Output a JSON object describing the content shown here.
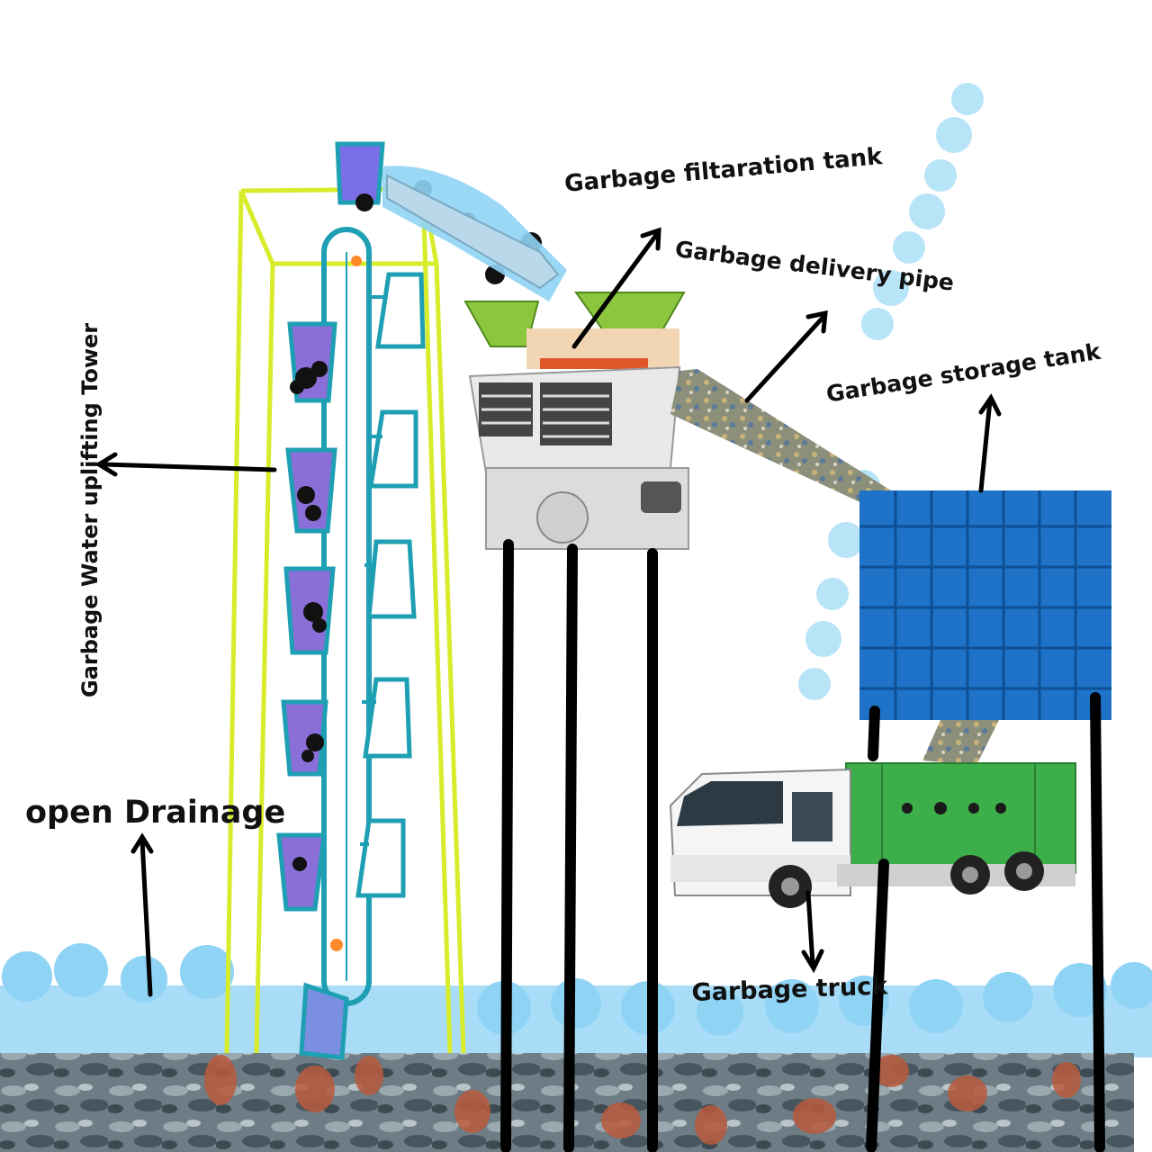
{
  "labels": {
    "tower": "Garbage Water uplifting Tower",
    "drainage": "open Drainage",
    "filtration_tank": "Garbage filtaration tank",
    "delivery_pipe": "Garbage delivery pipe",
    "storage_tank": "Garbage storage tank",
    "truck": "Garbage truck"
  },
  "colors": {
    "tower_frame": "#d7ec2a",
    "bucket": "#1f9fb3",
    "water": "#8fd4f5",
    "hopper": "#8cc63f",
    "tank": "#1e73c8",
    "truck_body": "#3cae4a",
    "legs": "#000000",
    "sludge": "#5f6f7a"
  }
}
